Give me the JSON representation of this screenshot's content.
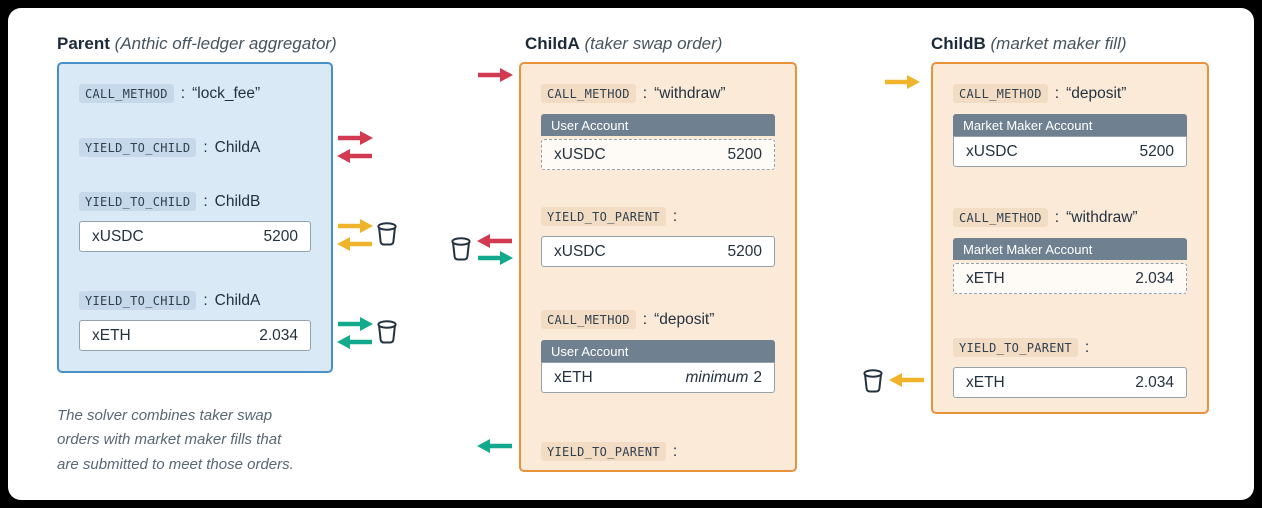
{
  "separator": ":",
  "colors": {
    "red": "#d23a52",
    "yellow": "#f0b42c",
    "teal": "#12a98c",
    "blue-border": "#4a90c8",
    "blue-bg": "#d9e9f6",
    "orange-border": "#e8923c",
    "orange-bg": "#fcead9",
    "slate": "#6f8090",
    "ink": "#24323f"
  },
  "parent": {
    "title": "Parent",
    "subtitle": "(Anthic off-ledger aggregator)",
    "row1": {
      "chip": "CALL_METHOD",
      "value": "“lock_fee”"
    },
    "row2": {
      "chip": "YIELD_TO_CHILD",
      "value": "ChildA"
    },
    "row3": {
      "chip": "YIELD_TO_CHILD",
      "value": "ChildB"
    },
    "box1": {
      "label": "xUSDC",
      "amount": "5200"
    },
    "row4": {
      "chip": "YIELD_TO_CHILD",
      "value": "ChildA"
    },
    "box2": {
      "label": "xETH",
      "amount": "2.034"
    }
  },
  "childA": {
    "title": "ChildA",
    "subtitle": "(taker swap order)",
    "row1": {
      "chip": "CALL_METHOD",
      "value": "“withdraw”"
    },
    "account1": {
      "name": "User Account",
      "box": {
        "label": "xUSDC",
        "amount": "5200"
      }
    },
    "row2": {
      "chip": "YIELD_TO_PARENT",
      "value": ""
    },
    "box1": {
      "label": "xUSDC",
      "amount": "5200"
    },
    "row3": {
      "chip": "CALL_METHOD",
      "value": "“deposit”"
    },
    "account2": {
      "name": "User Account",
      "box": {
        "label": "xETH",
        "amount_prefix": "minimum",
        "amount": "2"
      }
    },
    "row4": {
      "chip": "YIELD_TO_PARENT",
      "value": ""
    }
  },
  "childB": {
    "title": "ChildB",
    "subtitle": "(market maker fill)",
    "row1": {
      "chip": "CALL_METHOD",
      "value": "“deposit”"
    },
    "account1": {
      "name": "Market Maker Account",
      "box": {
        "label": "xUSDC",
        "amount": "5200"
      }
    },
    "row2": {
      "chip": "CALL_METHOD",
      "value": "“withdraw”"
    },
    "account2": {
      "name": "Market Maker Account",
      "box": {
        "label": "xETH",
        "amount": "2.034"
      }
    },
    "row3": {
      "chip": "YIELD_TO_PARENT",
      "value": ""
    },
    "box1": {
      "label": "xETH",
      "amount": "2.034"
    }
  },
  "caption": "The solver combines taker swap\norders with market maker fills that\nare submitted to meet those orders."
}
